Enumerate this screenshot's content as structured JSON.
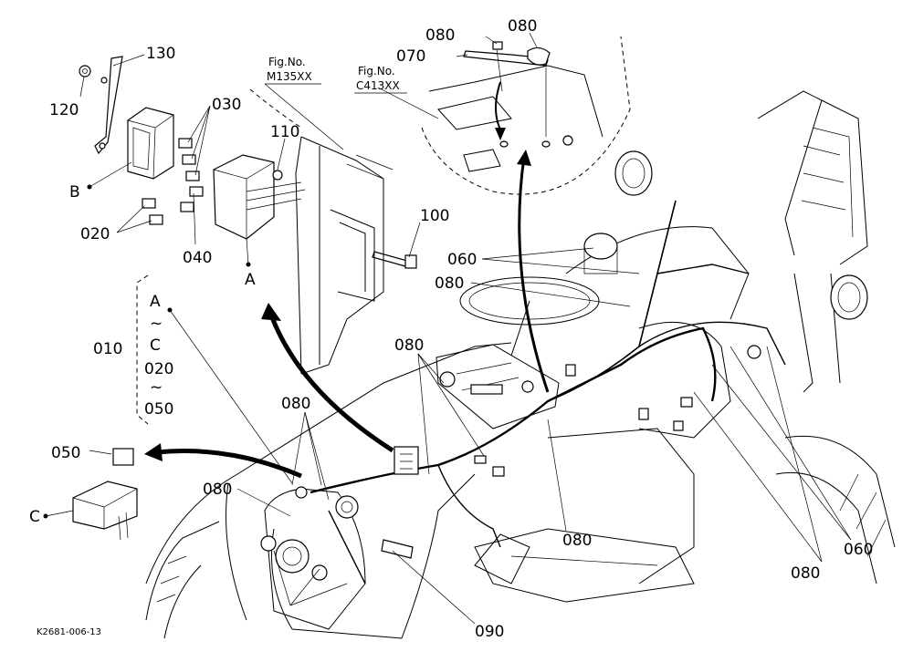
{
  "labels": {
    "p130": "130",
    "p120": "120",
    "p030": "030",
    "pB": "B",
    "p020": "020",
    "p040": "040",
    "p110": "110",
    "pA": "A",
    "p100": "100",
    "p080_top1": "080",
    "p080_top2": "080",
    "p070": "070",
    "p060_a": "060",
    "p080_b": "080",
    "p010": "010",
    "rng_a": "A",
    "rng_t1": "~",
    "rng_c": "C",
    "rng_t2": "~",
    "rng_020": "020",
    "rng_t3": "~",
    "rng_050": "050",
    "p080_c": "080",
    "p080_d": "080",
    "p050": "050",
    "p080_e": "080",
    "pC": "C",
    "p080_f": "080",
    "p090": "090",
    "p060_b": "060",
    "p080_g": "080"
  },
  "figrefs": {
    "fig1_title": "Fig.No.",
    "fig1_code": "M135XX",
    "fig2_title": "Fig.No.",
    "fig2_code": "C413XX"
  },
  "drawing_code": "K2681-006-13"
}
